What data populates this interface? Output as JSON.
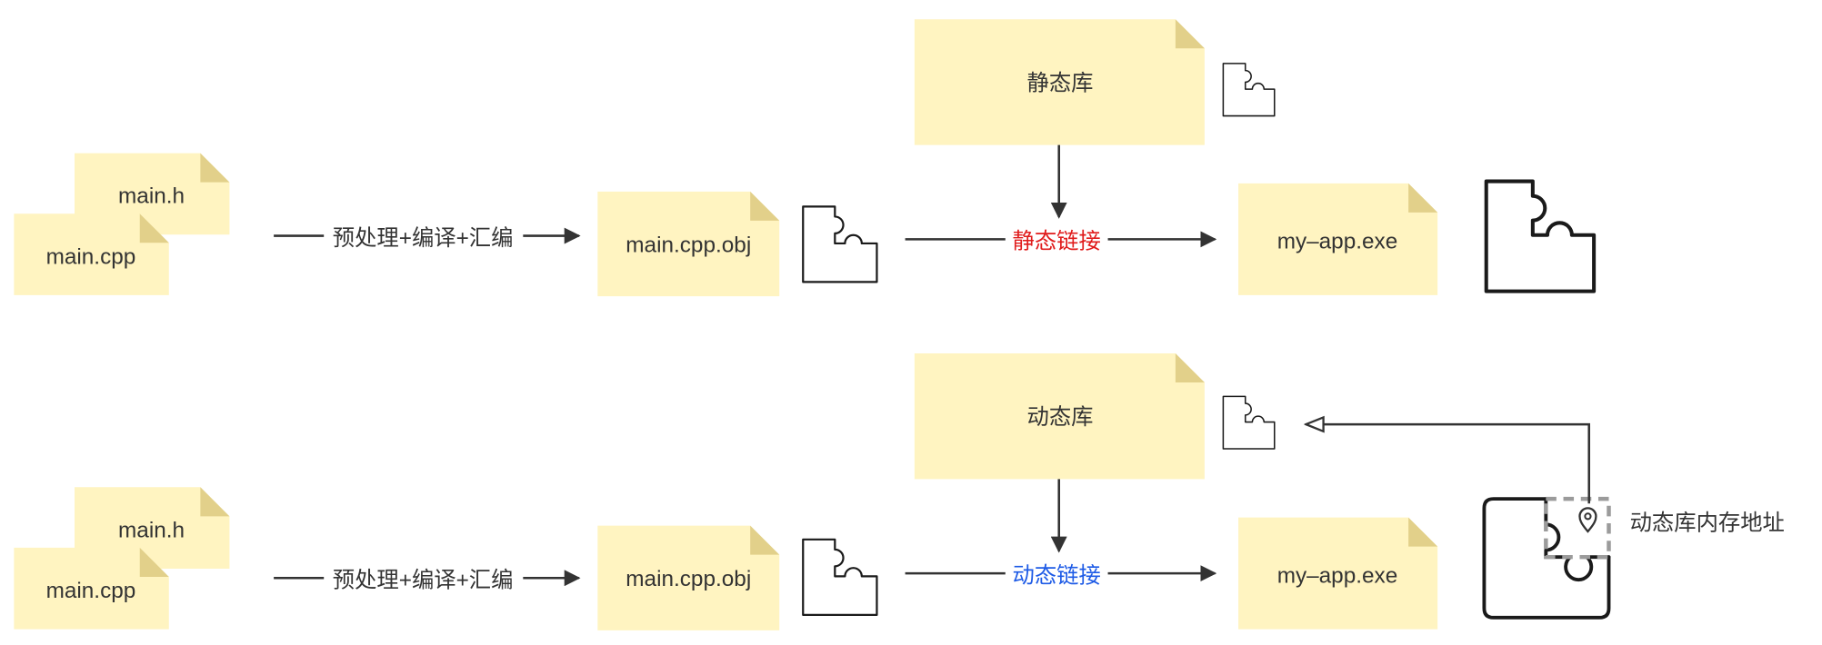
{
  "colors": {
    "note_fill": "#fff4c1",
    "note_fold": "#e2d08a",
    "static_link_label": "#e01b1b",
    "dynamic_link_label": "#1e5be6",
    "text": "#333333",
    "memory_marker": "#9b9b9b"
  },
  "icons": [
    "puzzle-piece-icon",
    "location-pin-icon"
  ],
  "static": {
    "sources": {
      "header": "main.h",
      "source": "main.cpp"
    },
    "step": "预处理+编译+汇编",
    "object": "main.cpp.obj",
    "library": "静态库",
    "link": "静态链接",
    "output": "my–app.exe"
  },
  "dynamic": {
    "sources": {
      "header": "main.h",
      "source": "main.cpp"
    },
    "step": "预处理+编译+汇编",
    "object": "main.cpp.obj",
    "library": "动态库",
    "link": "动态链接",
    "output": "my–app.exe",
    "memory_label": "动态库内存地址"
  }
}
